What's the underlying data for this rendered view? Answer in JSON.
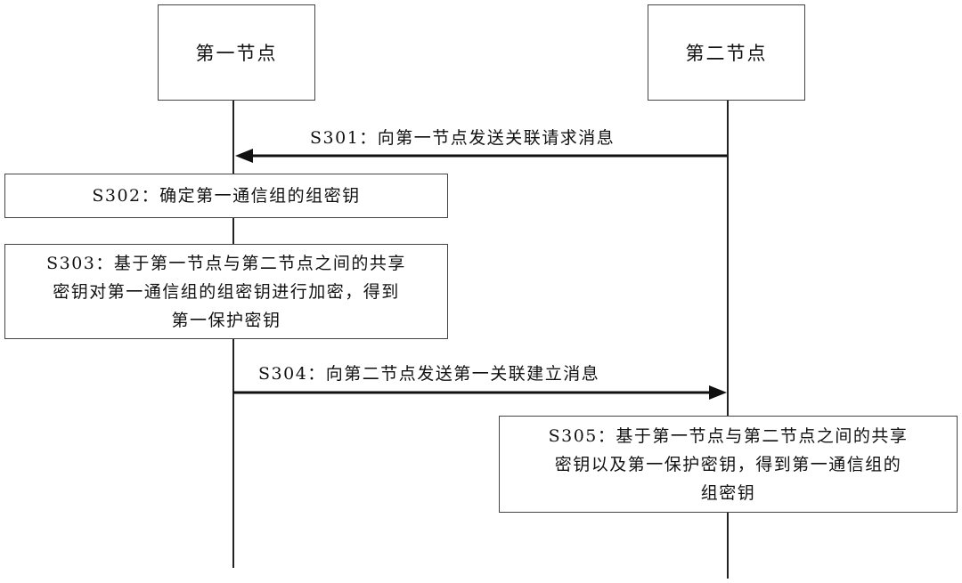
{
  "participants": [
    {
      "id": "node1",
      "label": "第一节点"
    },
    {
      "id": "node2",
      "label": "第二节点"
    }
  ],
  "messages": [
    {
      "step": "S301",
      "label": "S301：向第一节点发送关联请求消息",
      "from": "node2",
      "to": "node1"
    },
    {
      "step": "S304",
      "label": "S304：向第二节点发送第一关联建立消息",
      "from": "node1",
      "to": "node2"
    }
  ],
  "steps": {
    "s302": {
      "lines": [
        "S302：确定第一通信组的组密钥"
      ]
    },
    "s303": {
      "lines": [
        "S303：基于第一节点与第二节点之间的共享",
        "密钥对第一通信组的组密钥进行加密，得到",
        "第一保护密钥"
      ]
    },
    "s305": {
      "lines": [
        "S305：基于第一节点与第二节点之间的共享",
        "密钥以及第一保护密钥，得到第一通信组的",
        "组密钥"
      ]
    }
  },
  "colors": {
    "line": "#222222",
    "border": "#444444",
    "text": "#111111"
  }
}
